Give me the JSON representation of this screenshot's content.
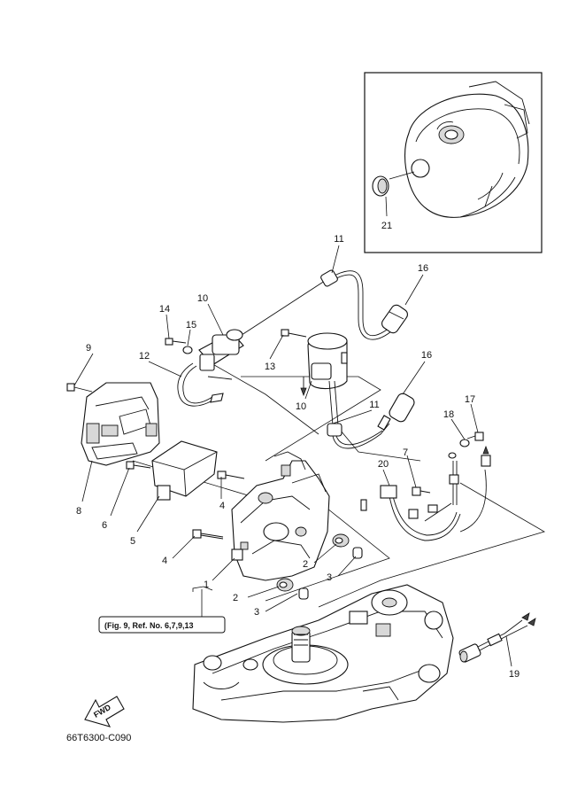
{
  "diagram": {
    "drawing_code": "66T6300-C090",
    "reference_note": "(Fig. 9, Ref. No. 6,7,9,13",
    "fwd_label": "FWD",
    "callouts": [
      {
        "id": "c1",
        "text": "1"
      },
      {
        "id": "c2a",
        "text": "2"
      },
      {
        "id": "c2b",
        "text": "2"
      },
      {
        "id": "c3a",
        "text": "3"
      },
      {
        "id": "c3b",
        "text": "3"
      },
      {
        "id": "c4a",
        "text": "4"
      },
      {
        "id": "c4b",
        "text": "4"
      },
      {
        "id": "c5",
        "text": "5"
      },
      {
        "id": "c6",
        "text": "6"
      },
      {
        "id": "c7",
        "text": "7"
      },
      {
        "id": "c8",
        "text": "8"
      },
      {
        "id": "c9",
        "text": "9"
      },
      {
        "id": "c10a",
        "text": "10"
      },
      {
        "id": "c10b",
        "text": "10"
      },
      {
        "id": "c11a",
        "text": "11"
      },
      {
        "id": "c11b",
        "text": "11"
      },
      {
        "id": "c12",
        "text": "12"
      },
      {
        "id": "c13",
        "text": "13"
      },
      {
        "id": "c14",
        "text": "14"
      },
      {
        "id": "c15",
        "text": "15"
      },
      {
        "id": "c16a",
        "text": "16"
      },
      {
        "id": "c16b",
        "text": "16"
      },
      {
        "id": "c17",
        "text": "17"
      },
      {
        "id": "c18",
        "text": "18"
      },
      {
        "id": "c19",
        "text": "19"
      },
      {
        "id": "c20",
        "text": "20"
      },
      {
        "id": "c21",
        "text": "21"
      }
    ]
  }
}
